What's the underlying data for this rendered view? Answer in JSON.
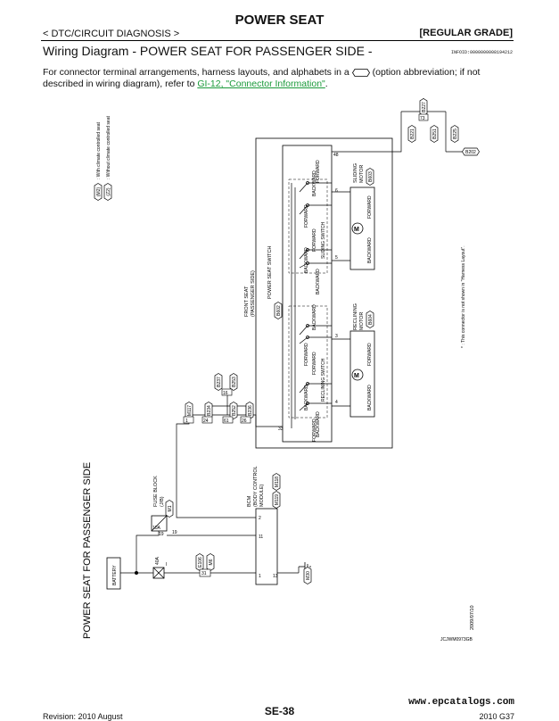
{
  "header": {
    "title": "POWER SEAT",
    "breadcrumb": "< DTC/CIRCUIT DIAGNOSIS >",
    "grade": "[REGULAR GRADE]",
    "heading": "Wiring Diagram - POWER SEAT FOR PASSENGER SIDE -",
    "infoid": "INFOID:0000000008194212"
  },
  "intro": {
    "part1": "For connector terminal arrangements, harness layouts, and alphabets in a",
    "part2": "(option abbreviation; if not described in wiring diagram), refer to",
    "link": "GI-12, \"Connector Information\"",
    "end": "."
  },
  "legend": {
    "item1_code": "(M2)",
    "item1_text": ": With climate controlled seat",
    "item2_code": "(Z2)",
    "item2_text": ": Without climate controlled seat"
  },
  "diagram": {
    "side_title": "POWER SEAT FOR PASSENGER SIDE",
    "date": "2009/07/10",
    "code": "JCJWM0973GB",
    "note": "* : This connector is not shown in \"Harness Layout\".",
    "front_seat_label1": "FRONT SEAT",
    "front_seat_label2": "(PASSENGER SIDE)",
    "power_seat_switch": "POWER SEAT SWITCH",
    "conn_b602": "B602",
    "sliding_switch": "SLIDING SWITCH",
    "reclining_switch": "RECLINING SWITCH",
    "sliding_motor1": "SLIDING",
    "sliding_motor2": "MOTOR",
    "sliding_conn": "B603",
    "reclining_motor1": "RECLINING",
    "reclining_motor2": "MOTOR",
    "reclining_conn": "B604",
    "forward": "FORWARD",
    "backward": "BACKWARD",
    "motor_m": "M",
    "bcm1": "BCM",
    "bcm2": "(BODY CONTROL",
    "bcm3": "MODULE)",
    "bcm_conn": "M118",
    "bcm_conn2": "M119",
    "fuse1": "FUSE BLOCK",
    "fuse2": "(J/B)",
    "fuse_conn": "M1",
    "fuse_amp": "10A",
    "fuse_num": "19",
    "fusible_amp": "40A",
    "fusible_letter": "I",
    "battery": "BATTERY",
    "conn_e106": "E106",
    "conn_m6": "M6",
    "ground_m30": "M30",
    "conn_b237": "B237",
    "conn_b253": "B253",
    "conn_b221": "B221",
    "conn_b227": "B227",
    "conn_b225": "B225",
    "conn_b251": "B251",
    "conn_m117": "M117",
    "conn_m3": "M3",
    "conn_b3": "B3",
    "conn_b7": "B7",
    "conn_b251b": "B251",
    "conn_b234": "B234",
    "conn_b236": "B236",
    "conn_b252": "B252",
    "conn_b202": "B202",
    "term": {
      "t48": "48",
      "t6": "6",
      "t5": "5",
      "t3": "3",
      "t4": "4",
      "t33": "33",
      "t2": "2",
      "t11": "11",
      "t1": "1",
      "t13": "13",
      "t73": "73",
      "t31": "31",
      "t61": "61",
      "t24": "24",
      "t26": "26",
      "t19": "19",
      "t16": "16",
      "t1b": "1"
    }
  },
  "footer": {
    "site": "www.epcatalogs.com",
    "page": "SE-38",
    "rev_left": "Revision: 2010 August",
    "rev_right": "2010 G37"
  }
}
